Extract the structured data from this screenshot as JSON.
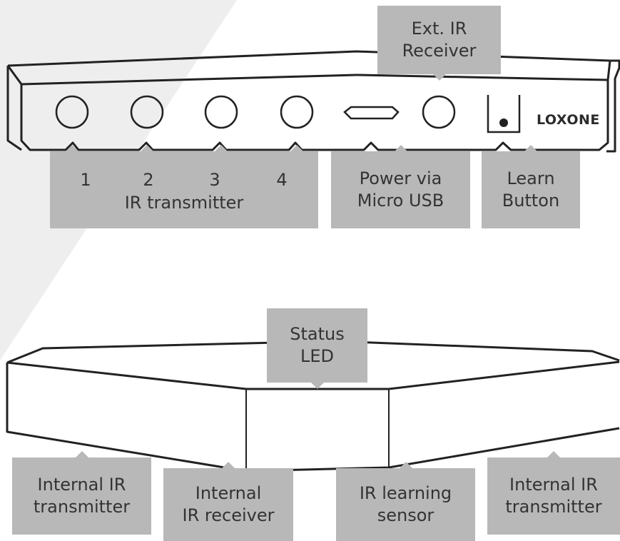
{
  "device": {
    "brand": "LOXONE"
  },
  "labels": {
    "ext_ir_receiver": [
      "Ext. IR",
      "Receiver"
    ],
    "ir_transmitter_numbers": [
      "1",
      "2",
      "3",
      "4"
    ],
    "ir_transmitter_caption": "IR transmitter",
    "power": [
      "Power via",
      "Micro USB"
    ],
    "learn_button": [
      "Learn",
      "Button"
    ],
    "status_led": [
      "Status",
      "LED"
    ],
    "internal_ir_transmitter_left": [
      "Internal IR",
      "transmitter"
    ],
    "internal_ir_receiver": [
      "Internal",
      "IR receiver"
    ],
    "ir_learning_sensor": [
      "IR learning",
      "sensor"
    ],
    "internal_ir_transmitter_right": [
      "Internal IR",
      "transmitter"
    ]
  },
  "colors": {
    "label_bg": "#b8b8b8",
    "label_text": "#333333",
    "outline": "#222222",
    "background_wedge": "#eeeeee"
  }
}
